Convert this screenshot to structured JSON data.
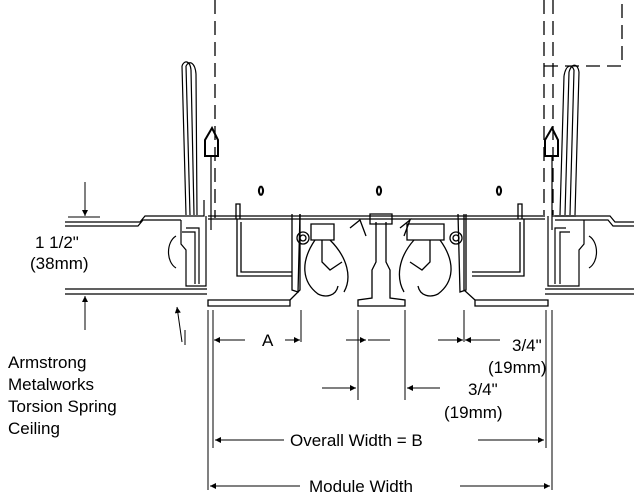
{
  "labels": {
    "height_in": "1 1/2\"",
    "height_mm": "(38mm)",
    "dim_a": "A",
    "right_gap_in": "3/4\"",
    "right_gap_mm": "(19mm)",
    "center_gap_in": "3/4\"",
    "center_gap_mm": "(19mm)",
    "overall_width": "Overall Width = B",
    "module_width": "Module Width"
  },
  "callout": [
    "Armstrong",
    "Metalworks",
    "Torsion Spring",
    "Ceiling"
  ]
}
